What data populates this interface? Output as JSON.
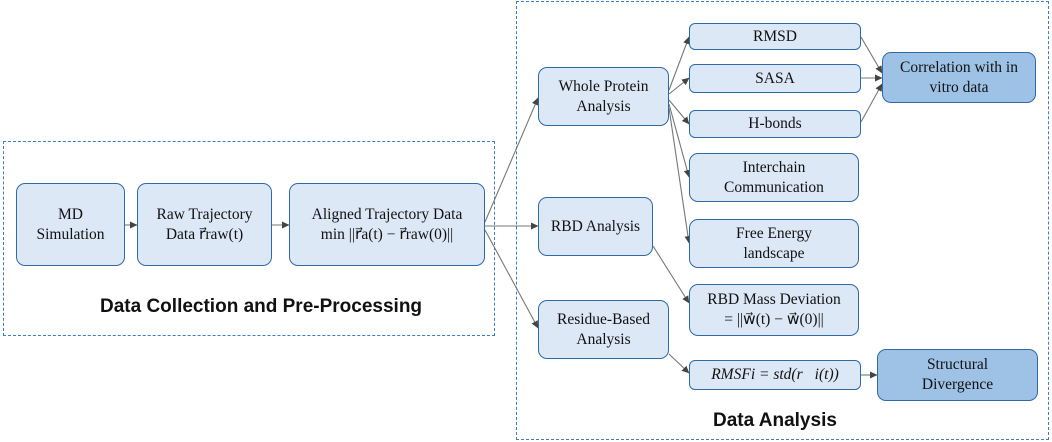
{
  "regions": {
    "preprocessing_title": "Data Collection and Pre-Processing",
    "analysis_title": "Data Analysis"
  },
  "nodes": {
    "md_simulation": [
      "MD",
      "Simulation"
    ],
    "raw_trajectory": [
      "Raw Trajectory",
      "Data r⃗raw(t)"
    ],
    "aligned_trajectory": [
      "Aligned Trajectory Data",
      "min ||r⃗a(t) − r⃗raw(0)||"
    ],
    "whole_protein": [
      "Whole Protein",
      "Analysis"
    ],
    "rbd_analysis": [
      "RBD Analysis"
    ],
    "residue_based": [
      "Residue-Based",
      "Analysis"
    ],
    "rmsd": [
      "RMSD"
    ],
    "sasa": [
      "SASA"
    ],
    "hbonds": [
      "H-bonds"
    ],
    "interchain": [
      "Interchain",
      "Communication"
    ],
    "free_energy": [
      "Free Energy",
      "landscape"
    ],
    "rbd_mass": [
      "RBD Mass Deviation",
      "= ||w⃗(t) − w⃗(0)||"
    ],
    "rmsf": [
      "RMSFi = std(r⃗i(t))"
    ],
    "correlation": [
      "Correlation with in",
      "vitro data"
    ],
    "structural": [
      "Structural",
      "Divergence"
    ]
  },
  "colors": {
    "node_fill": "#dce8f6",
    "node_fill_dark": "#9dc2e6",
    "node_border": "#2e6aa6",
    "region_border": "#3a7fc4",
    "edge": "#666666"
  }
}
